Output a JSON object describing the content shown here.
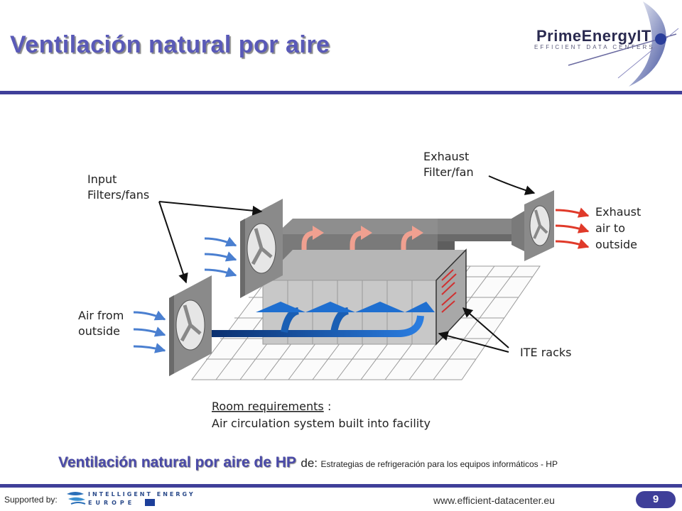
{
  "slide": {
    "title": "Ventilación natural por aire",
    "page_number": "9"
  },
  "logo": {
    "name": "PrimeEnergyIT",
    "tagline": "EFFICIENT DATA CENTERS"
  },
  "diagram": {
    "labels": {
      "input": [
        "Input",
        "Filters/fans"
      ],
      "exhaust_fan": [
        "Exhaust",
        "Filter/fan"
      ],
      "exhaust_air": [
        "Exhaust",
        "air to",
        "outside"
      ],
      "air_from": [
        "Air from",
        "outside"
      ],
      "ite_racks": "ITE racks",
      "room_req_title": "Room requirements",
      "room_req_colon": ":",
      "room_req_body": "Air circulation system built into facility"
    },
    "colors": {
      "input_arrows": "#4a7fd0",
      "exhaust_arrows": "#e03a2a",
      "hot_air": "#f0a090",
      "cold_flow": "#1a5fb4"
    }
  },
  "caption": {
    "main": "Ventilación natural por aire de HP",
    "de": "de:",
    "source": "Estrategias de refrigeración para los equipos informáticos - HP"
  },
  "footer": {
    "supported_by": "Supported by:",
    "program": [
      "INTELLIGENT ENERGY",
      "EUROPE"
    ],
    "url": "www.efficient-datacenter.eu"
  }
}
